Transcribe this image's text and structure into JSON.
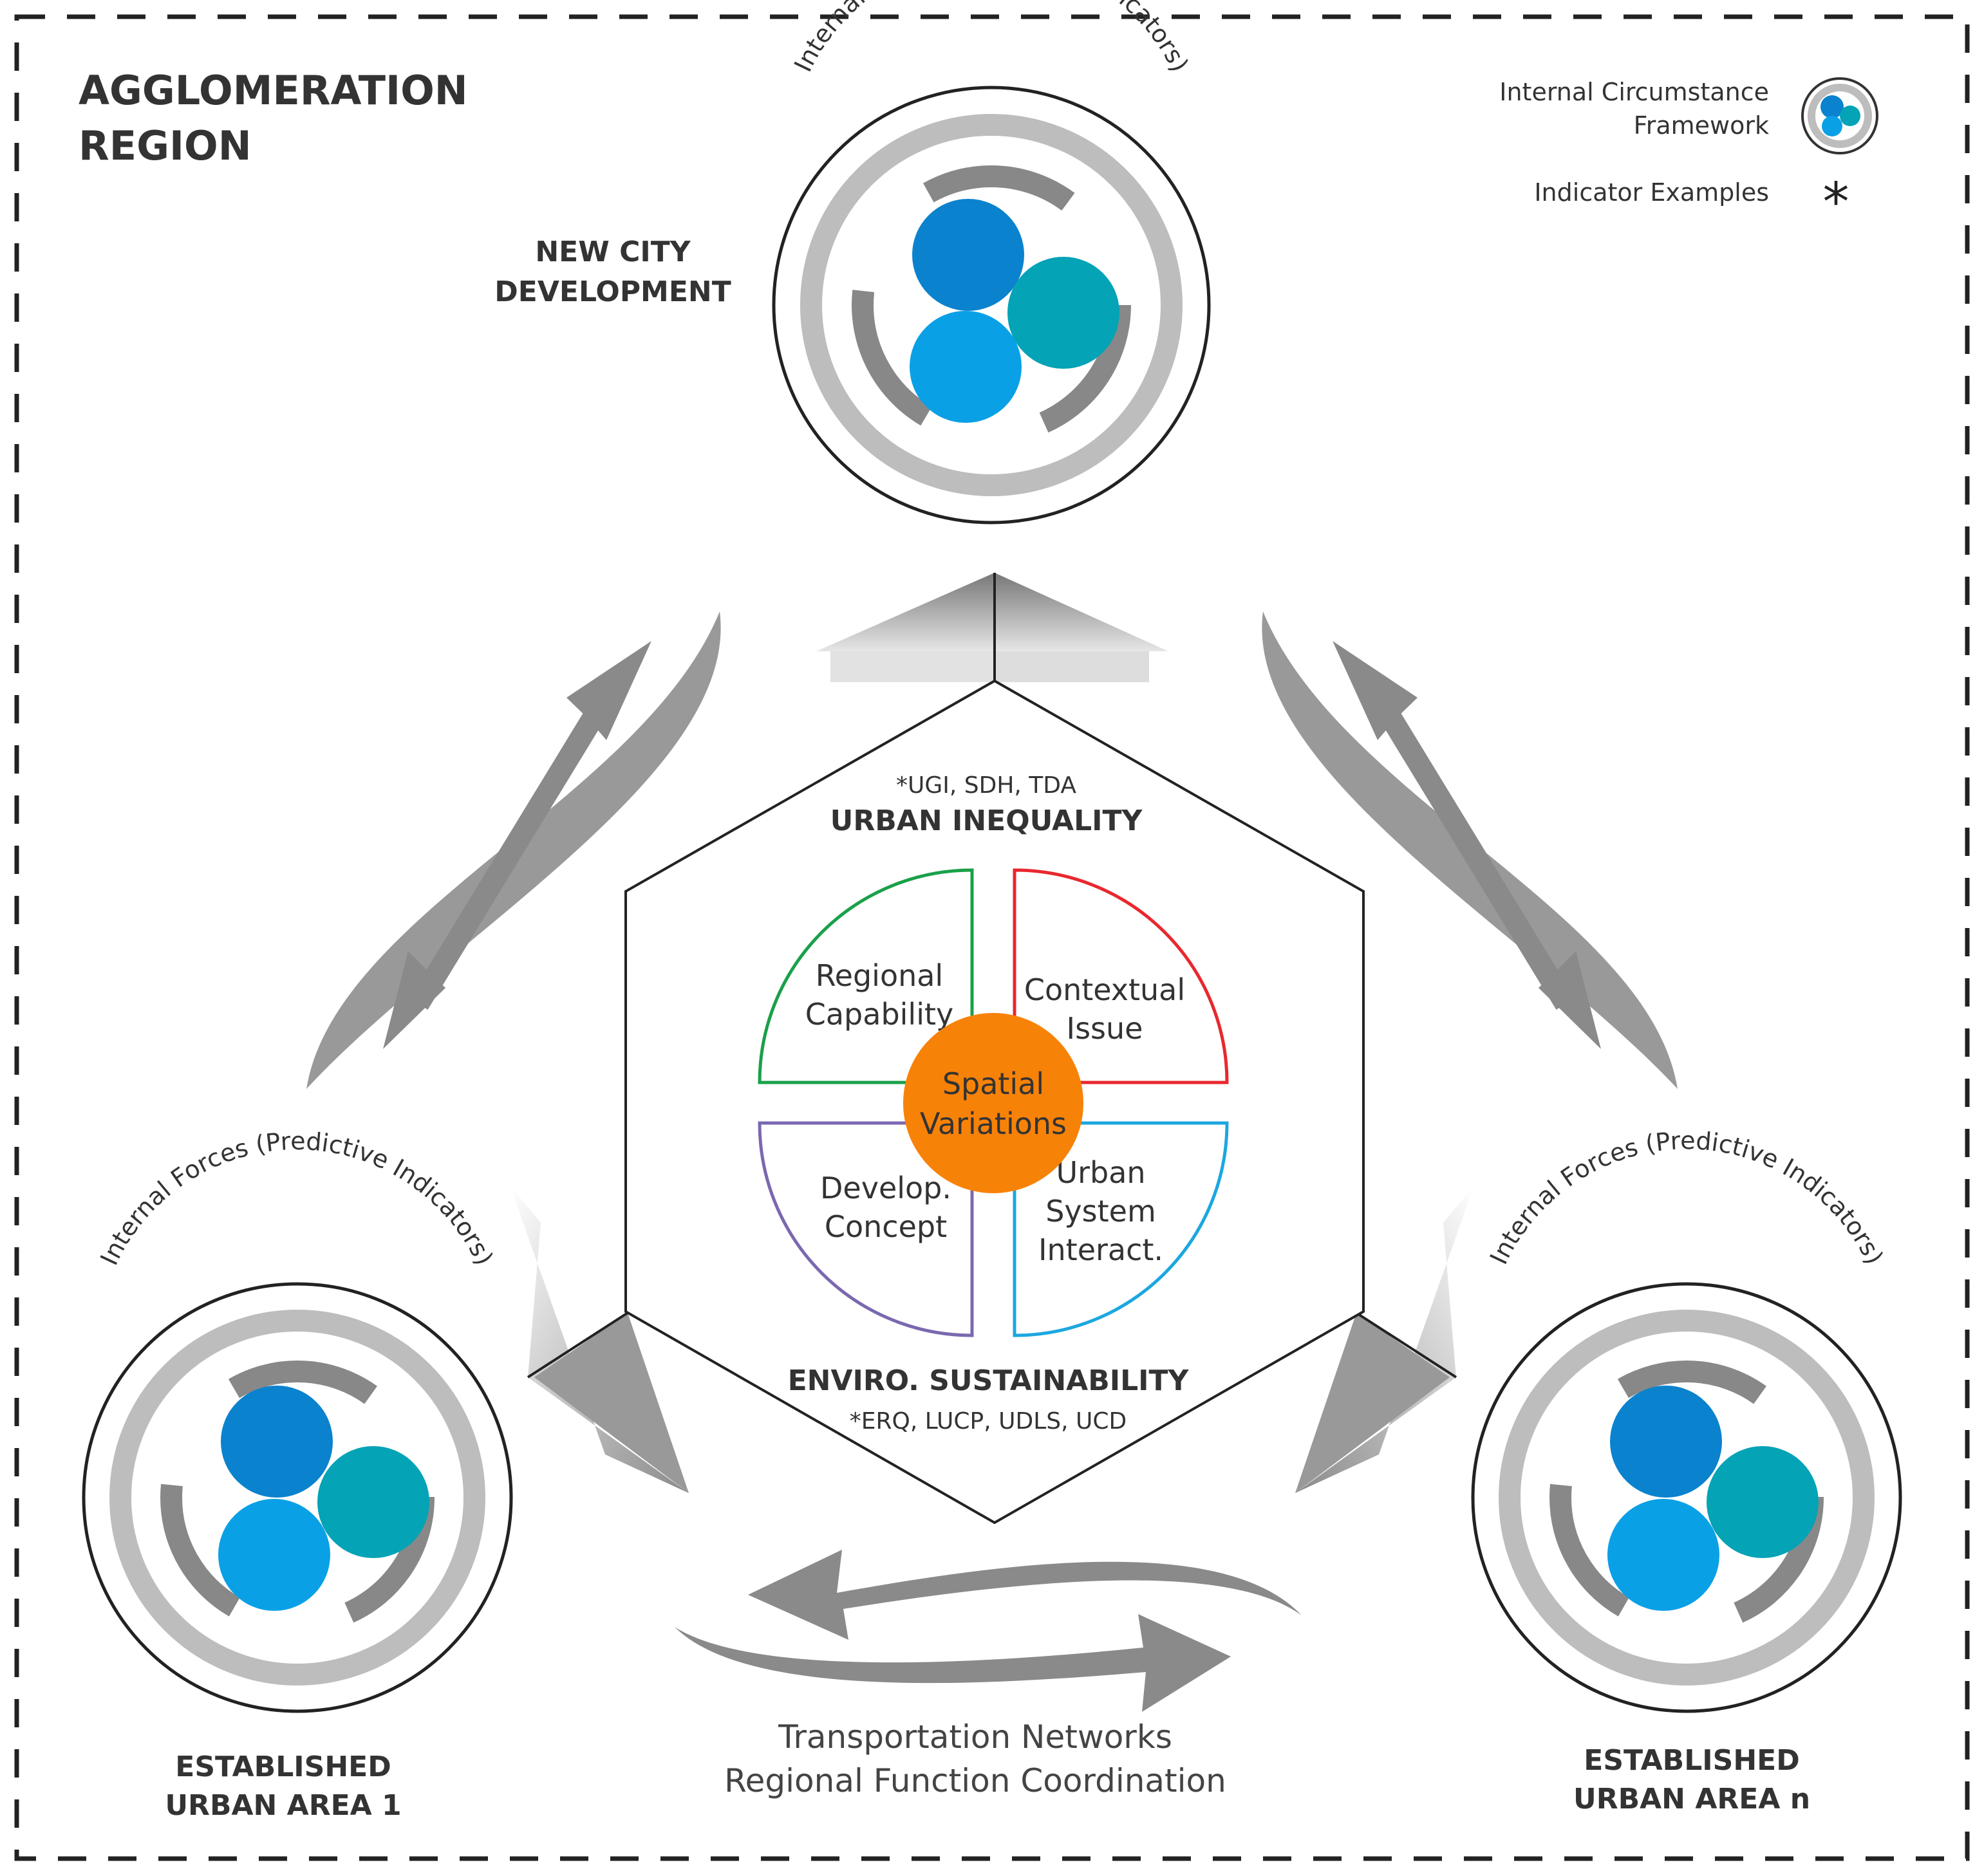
{
  "title": {
    "line1": "AGGLOMERATION",
    "line2": "REGION"
  },
  "legend": {
    "framework_line1": "Internal Circumstance",
    "framework_line2": "Framework",
    "indicator_label": "Indicator Examples",
    "indicator_symbol": "*"
  },
  "nodes": {
    "top": {
      "label_line1": "NEW CITY",
      "label_line2": "DEVELOPMENT",
      "arc_label": "Internal Forces (Predictive Indicators)"
    },
    "left": {
      "label_line1": "ESTABLISHED",
      "label_line2": "URBAN AREA 1",
      "arc_label": "Internal Forces (Predictive Indicators)"
    },
    "right": {
      "label_line1": "ESTABLISHED",
      "label_line2": "URBAN AREA n",
      "arc_label": "Internal Forces (Predictive Indicators)"
    }
  },
  "hexagon": {
    "top_indicators": "*UGI, SDH, TDA",
    "top_label": "URBAN INEQUALITY",
    "bottom_label": "ENVIRO. SUSTAINABILITY",
    "bottom_indicators": "*ERQ, LUCP, UDLS, UCD"
  },
  "quadrants": {
    "top_left": {
      "line1": "Regional",
      "line2": "Capability",
      "color": "#1aa04a"
    },
    "top_right": {
      "line1": "Contextual",
      "line2": "Issue",
      "color": "#e8282e"
    },
    "bottom_left": {
      "line1": "Develop.",
      "line2": "Concept",
      "color": "#7b68b0"
    },
    "bottom_right": {
      "line1": "Urban",
      "line2": "System",
      "line3": "Interact.",
      "color": "#1ba7e0"
    }
  },
  "center": {
    "line1": "Spatial",
    "line2": "Variations",
    "color": "#f78208"
  },
  "bottom_text": {
    "line1": "Transportation Networks",
    "line2": "Regional Function Coordination"
  },
  "colors": {
    "circle_dark_blue": "#0a82ce",
    "circle_teal": "#04a3b6",
    "circle_light_blue": "#0aa0e6",
    "ring_gray": "#bdbdbd",
    "arrow_gray": "#8a8a8a"
  }
}
